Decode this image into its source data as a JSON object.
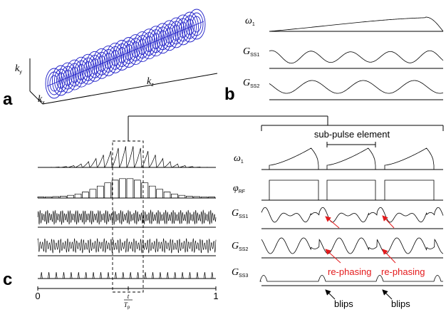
{
  "panels": {
    "a": "a",
    "b": "b",
    "c": "c"
  },
  "panel_a": {
    "ky": {
      "main": "k",
      "sub": "y"
    },
    "kz": {
      "main": "k",
      "sub": "z"
    },
    "kx": {
      "main": "k",
      "sub": "x"
    },
    "helix_color": "#1f1fc8"
  },
  "panel_b": {
    "w1": {
      "main": "ω",
      "sub": "1"
    },
    "gss1": {
      "main": "G",
      "sub": "SS1"
    },
    "gss2": {
      "main": "G",
      "sub": "SS2"
    }
  },
  "panel_c": {
    "w1": {
      "main": "ω",
      "sub": "1"
    },
    "phi": {
      "main": "φ",
      "sub": "RF"
    },
    "gss1": {
      "main": "G",
      "sub": "SS1"
    },
    "gss2": {
      "main": "G",
      "sub": "SS2"
    },
    "gss3": {
      "main": "G",
      "sub": "SS3"
    },
    "x_start": "0",
    "x_end": "1",
    "tau_num": "t",
    "tau_den": "T",
    "tau_den_sub": "p",
    "subpulse_label": "sub-pulse element",
    "rephasing_label_1": "re-phasing",
    "rephasing_label_2": "re-phasing",
    "blips_label_1": "blips",
    "blips_label_2": "blips",
    "arrow_red": "#e41a1c"
  }
}
